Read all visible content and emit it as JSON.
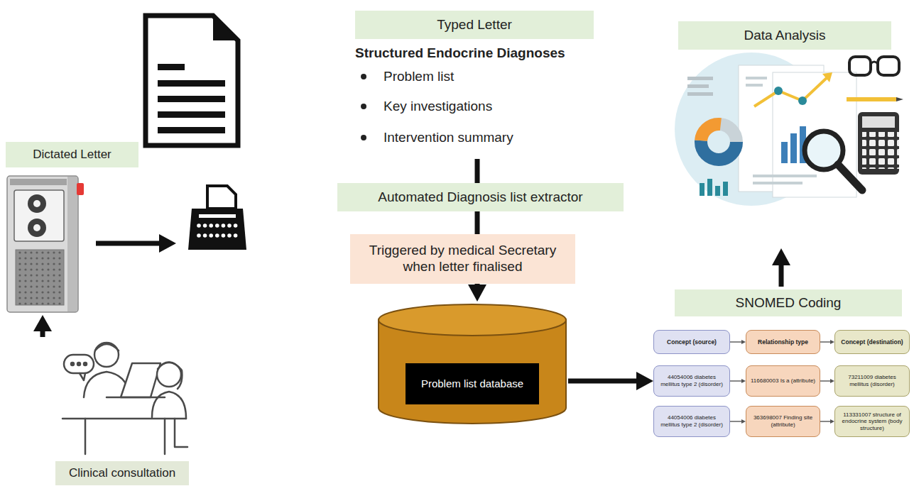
{
  "diagram": {
    "nodes": [
      {
        "text": [
          "Dictated Letter"
        ]
      },
      {
        "text": [
          "Clinical consultation"
        ]
      },
      {
        "text": [
          "Typed Letter"
        ]
      },
      {
        "text": [
          "Automated Diagnosis list extractor"
        ]
      },
      {
        "text": [
          "Triggered by medical Secretary when letter finalised"
        ]
      },
      {
        "text": [
          "Problem list database"
        ]
      },
      {
        "text": [
          "SNOMED Coding"
        ]
      },
      {
        "text": [
          "Concept (source)"
        ]
      },
      {
        "text": [
          "Relationship type"
        ]
      },
      {
        "text": [
          "Concept (destination)"
        ]
      },
      {
        "text": [
          "44054006 diabetes mellitus type 2 (disorder)"
        ]
      },
      {
        "text": [
          "116680003 Is a (attribute)"
        ]
      },
      {
        "text": [
          "73211009 diabetes mellitus (disorder)"
        ]
      },
      {
        "text": [
          "44054006 diabetes mellitus type 2 (disorder)"
        ]
      },
      {
        "text": [
          "363698007 Finding site (attribute)"
        ]
      },
      {
        "text": [
          "113331007 structure of endocrine system (body structure)"
        ]
      },
      {
        "text": [
          "Data Analysis"
        ]
      }
    ],
    "edges": [
      {
        "from": 3,
        "to": 4,
        "arrow": "none"
      },
      {
        "from": 4,
        "to": 5,
        "arrow": "to"
      },
      {
        "from": 5,
        "to": 10,
        "arrow": "to"
      },
      {
        "from": 7,
        "to": 8,
        "arrow": "to"
      },
      {
        "from": 8,
        "to": 9,
        "arrow": "to"
      },
      {
        "from": 10,
        "to": 11,
        "arrow": "to"
      },
      {
        "from": 11,
        "to": 12,
        "arrow": "to"
      },
      {
        "from": 13,
        "to": 14,
        "arrow": "to"
      },
      {
        "from": 14,
        "to": 15,
        "arrow": "to"
      }
    ],
    "labels": [
      "Structured Endocrine Diagnoses",
      "Problem list",
      "Key investigations",
      "Intervention summary"
    ]
  }
}
